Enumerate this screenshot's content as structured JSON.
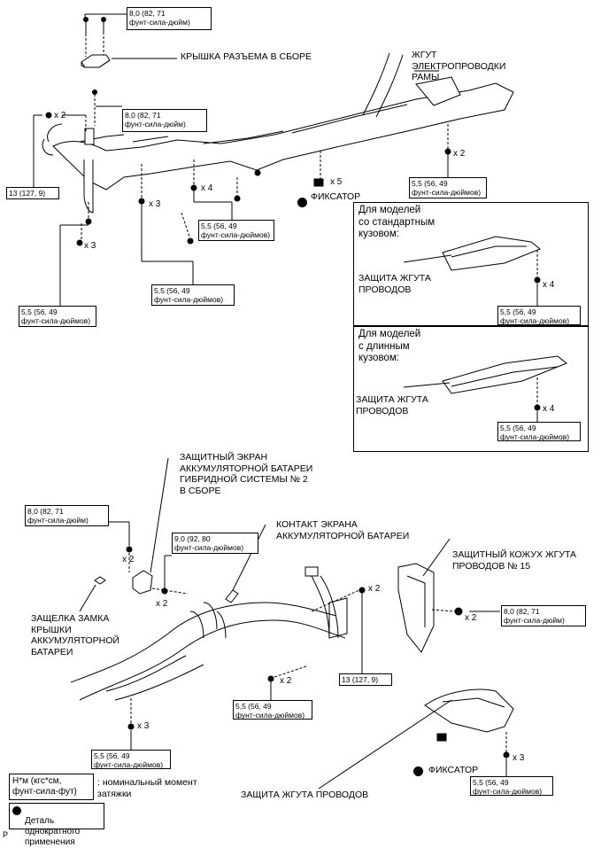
{
  "labels": {
    "connector_cover": "КРЫШКА РАЗЪЕМА В СБОРЕ",
    "frame_wire": "ЖГУТ\nЭЛЕКТРОПРОВОДКИ\nРАМЫ",
    "clamp": "ФИКСАТОР",
    "wire_protector": "ЗАЩИТА ЖГУТА\nПРОВОДОВ",
    "battery_shield": "ЗАЩИТНЫЙ ЭКРАН\nАККУМУЛЯТОРНОЙ БАТАРЕИ\nГИБРИДНОЙ СИСТЕМЫ № 2\nВ СБОРЕ",
    "shield_contact": "КОНТАКТ ЭКРАНА\nАККУМУЛЯТОРНОЙ БАТАРЕИ",
    "wire_cover_15": "ЗАЩИТНЫЙ КОЖУХ ЖГУТА\nПРОВОДОВ № 15",
    "lock_latch": "ЗАЩЕЛКА ЗАМКА\nКРЫШКИ\nАККУМУЛЯТОРНОЙ\nБАТАРЕИ",
    "wire_protector_bottom": "ЗАЩИТА ЖГУТА ПРОВОДОВ"
  },
  "panels": {
    "standard": "Для моделей\nсо стандартным\nкузовом:",
    "long": "Для моделей\nс длинным\nкузовом:"
  },
  "torques": {
    "t80": "8,0 (82, 71\nфунт-сила-дюйм)",
    "t55": "5,5 (56, 49\nфунт-сила-дюймов)",
    "t13": "13 (127, 9)",
    "t90": "9,0 (92, 80\nфунт-сила-дюймов)"
  },
  "quantities": {
    "x2": "x 2",
    "x3": "x 3",
    "x4": "x 4",
    "x5": "x 5"
  },
  "legend": {
    "units": "Н*м (кгс*см,\nфунт-сила-фут)",
    "units_desc": ": номинальный момент\nзатяжки",
    "non_reusable": "Деталь однократного\nприменения"
  },
  "corner_mark": "P"
}
